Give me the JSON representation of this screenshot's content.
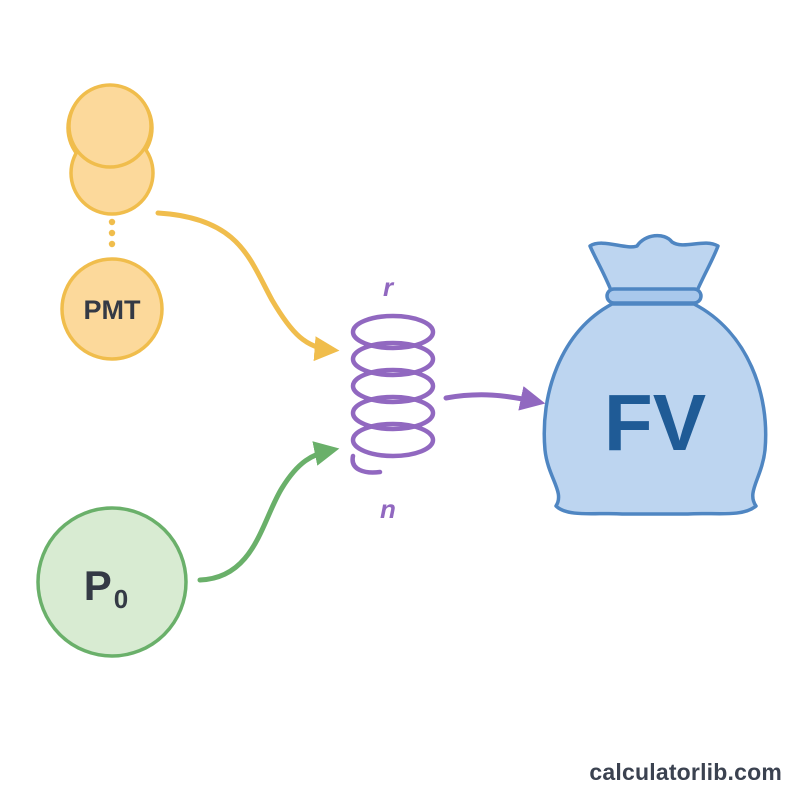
{
  "diagram": {
    "pmt_label": "PMT",
    "principal_label": "P",
    "principal_subscript": "0",
    "rate_label": "r",
    "periods_label": "n",
    "future_value_label": "FV"
  },
  "footer": {
    "site": "calculatorlib.com"
  },
  "colors": {
    "pmt_fill": "#fcd99b",
    "pmt_stroke": "#f0bd4c",
    "principal_fill": "#d8ebd2",
    "principal_stroke": "#6ab06a",
    "spring": "#9168c0",
    "bag_fill": "#bdd5f0",
    "bag_stroke": "#4f86c2",
    "fv_text": "#1f5b96"
  },
  "icons": {
    "coins": "coin-stack-icon",
    "spring": "spring-coil-icon",
    "bag": "money-bag-icon"
  }
}
